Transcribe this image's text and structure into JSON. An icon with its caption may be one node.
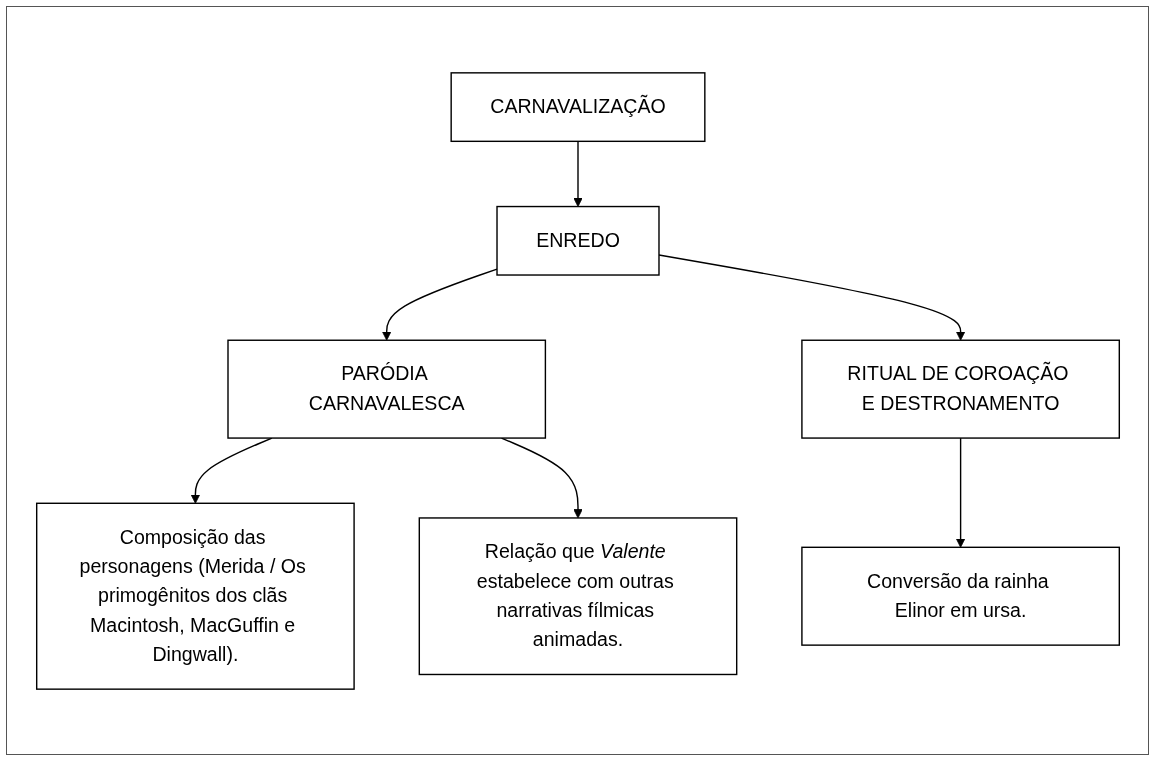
{
  "diagram": {
    "nodes": [
      {
        "text": [
          "CARNAVALIZAÇÃO"
        ]
      },
      {
        "text": [
          "ENREDO"
        ]
      },
      {
        "text": [
          "PARÓDIA CARNAVALESCA"
        ]
      },
      {
        "text": [
          "RITUAL DE COROAÇÃO E DESTRONAMENTO"
        ]
      },
      {
        "text": [
          "Composição das personagens (Merida / Os primogênitos dos clãs Macintosh, MacGuffin e Dingwall)."
        ]
      },
      {
        "text": [
          "Relação que *Valente* estabelece com outras narrativas fílmicas animadas."
        ]
      },
      {
        "text": [
          "Conversão da rainha Elinor em ursa."
        ]
      }
    ],
    "edges": [
      {
        "from": 0,
        "to": 1,
        "arrow": "to"
      },
      {
        "from": 1,
        "to": 2,
        "arrow": "to"
      },
      {
        "from": 1,
        "to": 3,
        "arrow": "to"
      },
      {
        "from": 2,
        "to": 4,
        "arrow": "to"
      },
      {
        "from": 2,
        "to": 5,
        "arrow": "to"
      },
      {
        "from": 3,
        "to": 6,
        "arrow": "to"
      }
    ]
  }
}
